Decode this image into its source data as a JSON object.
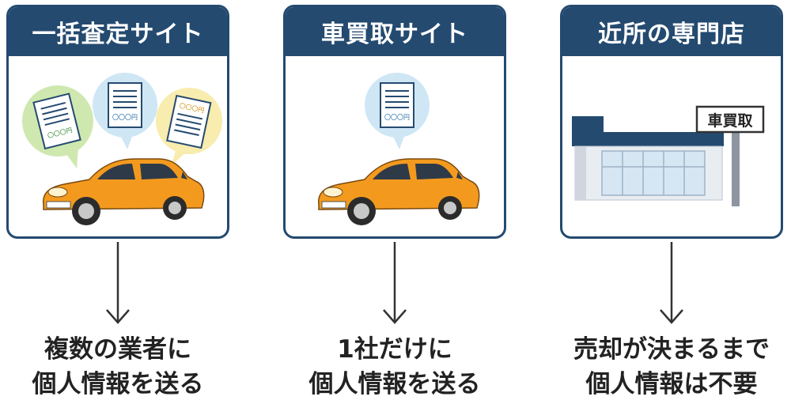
{
  "cards": [
    {
      "title": "一括査定サイト",
      "doc_labels": [
        "〇〇〇円",
        "〇〇〇円",
        "〇〇〇円"
      ],
      "caption_line1": "複数の業者に",
      "caption_line2": "個人情報を送る"
    },
    {
      "title": "車買取サイト",
      "doc_labels": [
        "〇〇〇円"
      ],
      "caption_line1": "1社だけに",
      "caption_line2": "個人情報を送る"
    },
    {
      "title": "近所の専門店",
      "sign_text": "車買取",
      "caption_line1": "売却が決まるまで",
      "caption_line2": "個人情報は不要"
    }
  ],
  "colors": {
    "header": "#244a70",
    "car": "#f39a1e",
    "bubble_green": "#cfe8b0",
    "bubble_blue": "#cfe6f5",
    "bubble_yellow": "#f8ecae"
  }
}
